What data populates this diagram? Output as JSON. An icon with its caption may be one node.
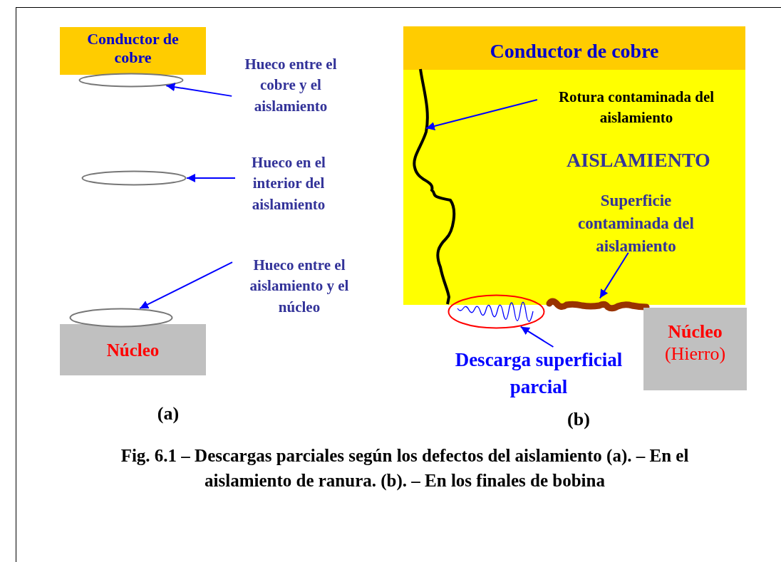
{
  "diagram": {
    "caption": "Fig. 6.1 – Descargas parciales según los defectos del aislamiento (a). – En el aislamiento de ranura. (b). – En los finales de bobina",
    "nodes": [
      {
        "text": [
          "Conductor de cobre"
        ]
      },
      {
        "text": [
          "Núcleo"
        ]
      },
      {
        "text": [],
        "shape": "ellipse"
      },
      {
        "text": [],
        "shape": "ellipse"
      },
      {
        "text": [],
        "shape": "ellipse"
      },
      {
        "text": [
          "Hueco entre el cobre y el aislamiento"
        ]
      },
      {
        "text": [
          "Hueco en el interior del aislamiento"
        ]
      },
      {
        "text": [
          "Hueco entre el aislamiento y el núcleo"
        ]
      },
      {
        "text": [
          "Conductor de cobre"
        ]
      },
      {
        "text": [
          "AISLAMIENTO"
        ]
      },
      {
        "text": [
          "Rotura contaminada del aislamiento"
        ],
        "in": 9
      },
      {
        "text": [],
        "shape": "picture",
        "in": 9
      },
      {
        "text": [
          "Superficie contaminada del aislamiento"
        ],
        "in": 9
      },
      {
        "text": [],
        "shape": "picture"
      },
      {
        "text": [
          "Núcleo",
          "(Hierro)"
        ]
      },
      {
        "text": [],
        "shape": "ellipse"
      },
      {
        "text": [
          "Descarga superficial parcial"
        ]
      }
    ],
    "edges": [
      {
        "from": 5,
        "to": 2,
        "arrow": "to"
      },
      {
        "from": 6,
        "to": 3,
        "arrow": "to"
      },
      {
        "from": 7,
        "to": 4,
        "arrow": "to"
      },
      {
        "from": 10,
        "to": 11,
        "arrow": "to"
      },
      {
        "from": 12,
        "to": 13,
        "arrow": "to"
      },
      {
        "from": 16,
        "to": 15,
        "arrow": "to"
      }
    ],
    "labels": [
      "(a)",
      "(b)"
    ]
  }
}
